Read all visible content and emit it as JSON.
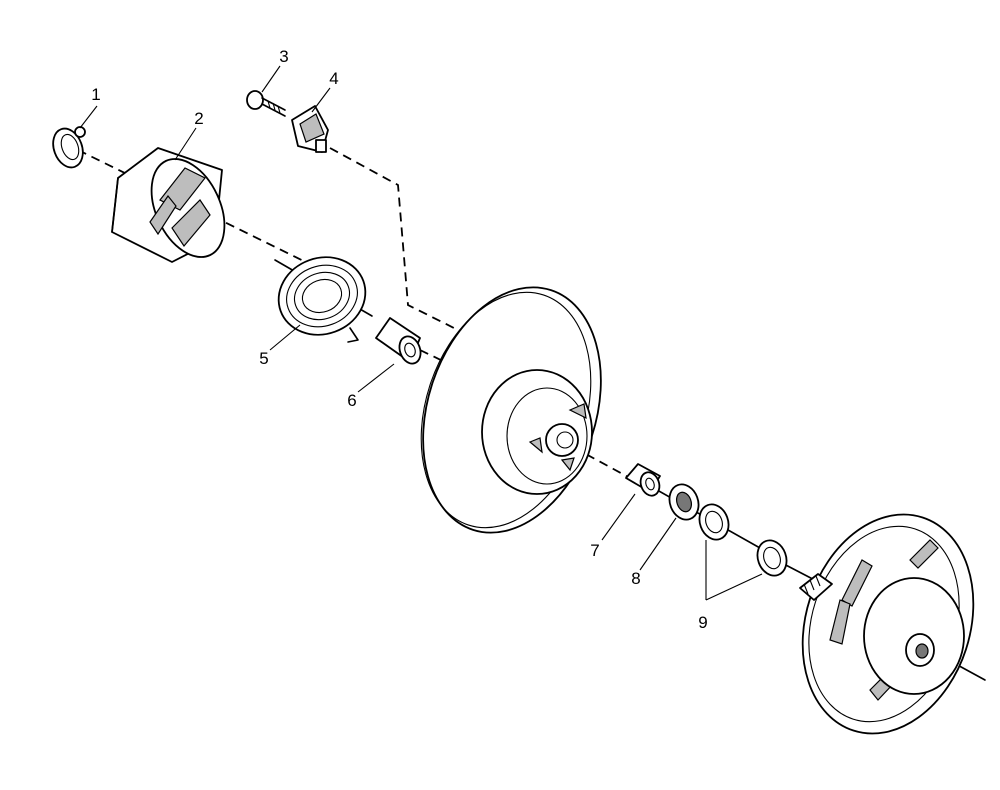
{
  "callouts": [
    {
      "id": "1",
      "text": "1"
    },
    {
      "id": "2",
      "text": "2"
    },
    {
      "id": "3",
      "text": "3"
    },
    {
      "id": "4",
      "text": "4"
    },
    {
      "id": "5",
      "text": "5"
    },
    {
      "id": "6",
      "text": "6"
    },
    {
      "id": "7",
      "text": "7"
    },
    {
      "id": "8",
      "text": "8"
    },
    {
      "id": "9",
      "text": "9"
    }
  ]
}
